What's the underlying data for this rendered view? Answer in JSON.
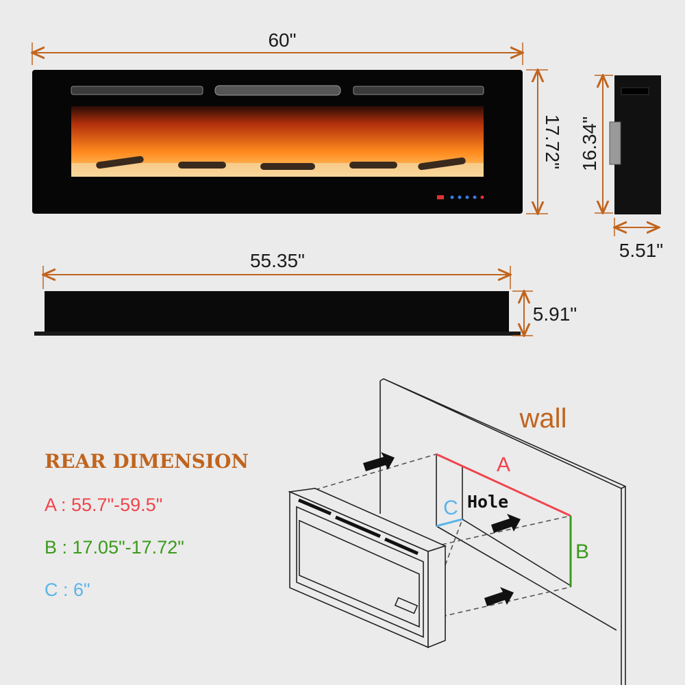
{
  "dimensions": {
    "front_width": "60\"",
    "front_height": "17.72\"",
    "side_height": "16.34\"",
    "side_depth": "5.51\"",
    "insert_width": "55.35\"",
    "insert_depth": "5.91\""
  },
  "rear": {
    "title": "REAR DIMENSION",
    "a": "A : 55.7\"-59.5\"",
    "b": "B : 17.05\"-17.72\"",
    "c": "C : 6\""
  },
  "install": {
    "wall_label": "wall",
    "hole_label": "Hole",
    "label_a": "A",
    "label_b": "B",
    "label_c": "C"
  },
  "colors": {
    "dimension": "#c0641e",
    "a": "#f0444c",
    "b": "#3a9a1a",
    "c": "#5ab4e8",
    "background": "#ebebeb"
  }
}
